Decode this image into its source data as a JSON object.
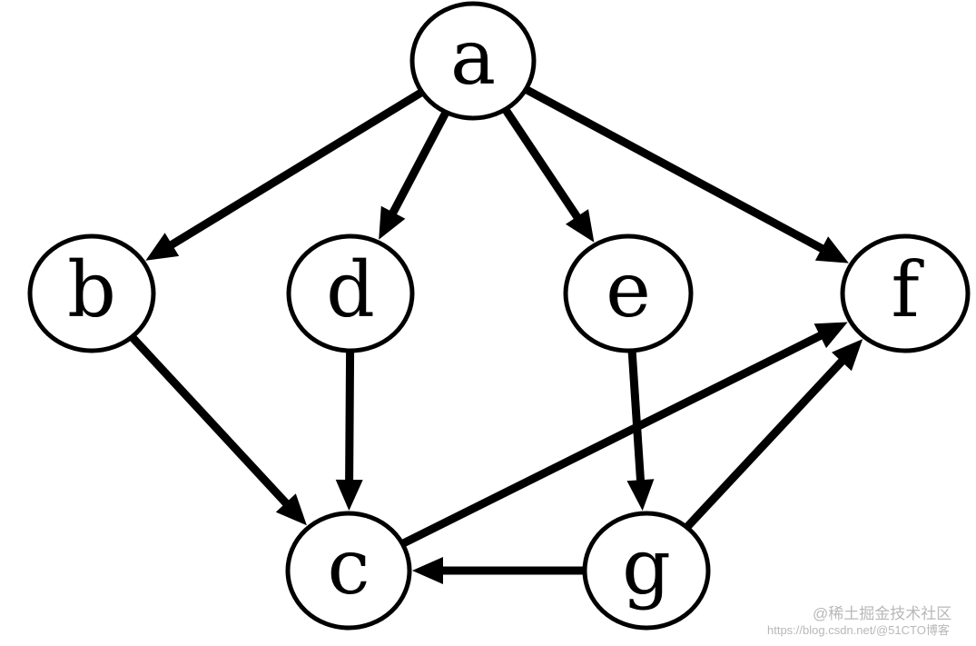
{
  "diagram": {
    "nodes": [
      {
        "id": "a",
        "label": "a"
      },
      {
        "id": "b",
        "label": "b"
      },
      {
        "id": "d",
        "label": "d"
      },
      {
        "id": "e",
        "label": "e"
      },
      {
        "id": "f",
        "label": "f"
      },
      {
        "id": "c",
        "label": "c"
      },
      {
        "id": "g",
        "label": "g"
      }
    ],
    "edges": [
      {
        "from": "a",
        "to": "b"
      },
      {
        "from": "a",
        "to": "d"
      },
      {
        "from": "a",
        "to": "e"
      },
      {
        "from": "a",
        "to": "f"
      },
      {
        "from": "b",
        "to": "c"
      },
      {
        "from": "d",
        "to": "c"
      },
      {
        "from": "e",
        "to": "g"
      },
      {
        "from": "c",
        "to": "f"
      },
      {
        "from": "g",
        "to": "f"
      },
      {
        "from": "g",
        "to": "c"
      }
    ]
  },
  "watermark": {
    "line1": "@稀土掘金技术社区",
    "line2": "https://blog.csdn.net/@51CTO博客"
  }
}
